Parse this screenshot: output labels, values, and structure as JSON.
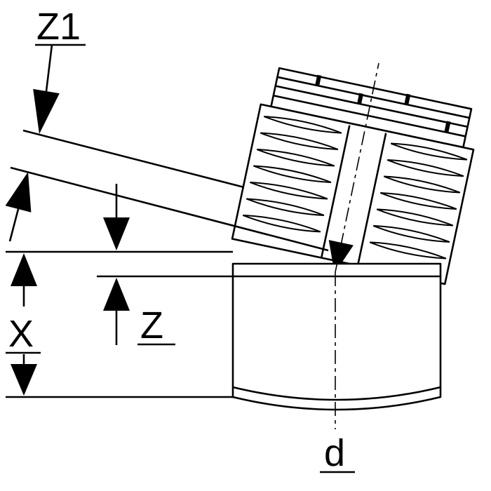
{
  "drawing": {
    "title": "pipe-fitting-bend-dimension-diagram",
    "labels": {
      "z1": "Z1",
      "z": "Z",
      "x": "X",
      "d": "d"
    },
    "colors": {
      "line": "#000000",
      "background": "#ffffff"
    }
  }
}
